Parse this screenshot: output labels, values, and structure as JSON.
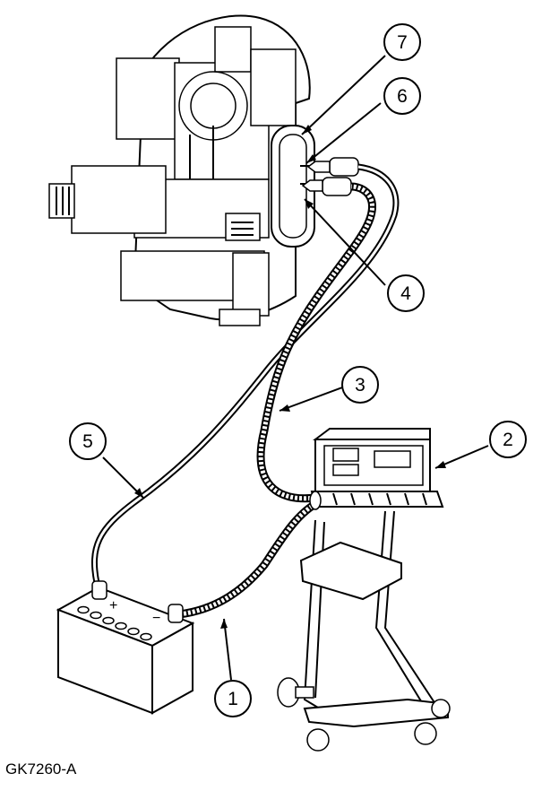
{
  "figure_code": "GK7260-A",
  "callouts": [
    {
      "id": "1",
      "label": "1"
    },
    {
      "id": "2",
      "label": "2"
    },
    {
      "id": "3",
      "label": "3"
    },
    {
      "id": "4",
      "label": "4"
    },
    {
      "id": "5",
      "label": "5"
    },
    {
      "id": "6",
      "label": "6"
    },
    {
      "id": "7",
      "label": "7"
    }
  ],
  "battery": {
    "positive_symbol": "+",
    "negative_symbol": "−"
  }
}
